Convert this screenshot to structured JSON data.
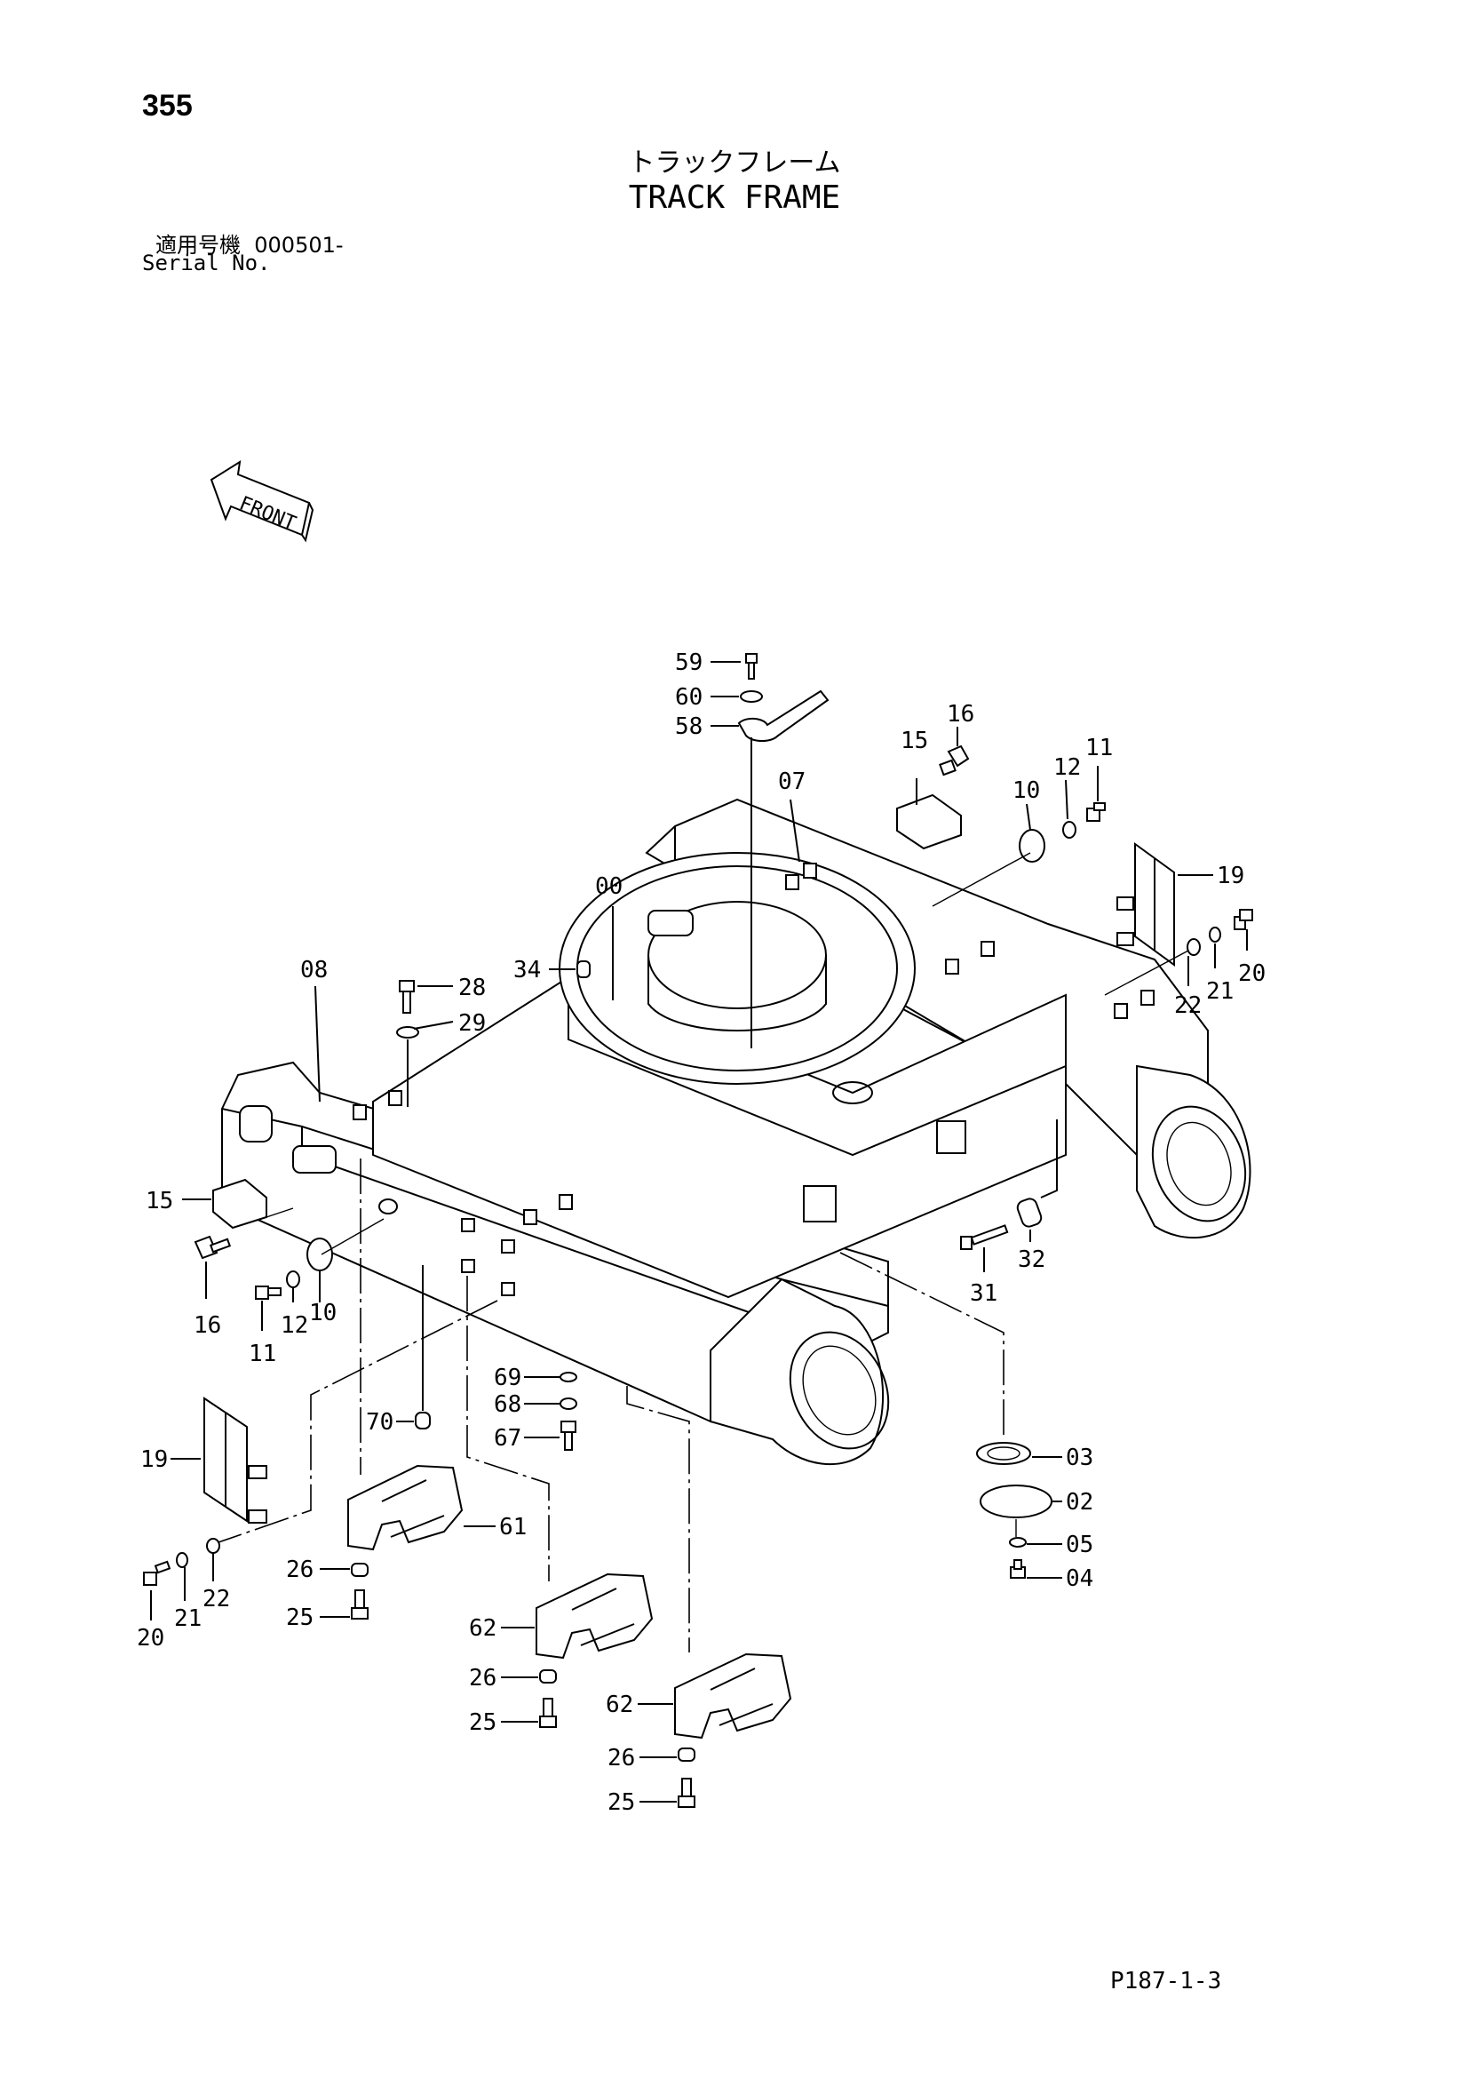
{
  "header": {
    "page_number": "355",
    "title_jp": "トラックフレーム",
    "title_en": "TRACK FRAME",
    "serial_label_jp": "適用号機",
    "serial_value": "000501-",
    "serial_label_en": "Serial No."
  },
  "front_label": "FRONT",
  "footer_code": "P187-1-3",
  "callouts": {
    "c59": "59",
    "c60": "60",
    "c58": "58",
    "c16a": "16",
    "c15a": "15",
    "c07": "07",
    "c10a": "10",
    "c12a": "12",
    "c11a": "11",
    "c19a": "19",
    "c00": "00",
    "c34": "34",
    "c08": "08",
    "c28": "28",
    "c29": "29",
    "c22a": "22",
    "c21a": "21",
    "c20a": "20",
    "c15b": "15",
    "c16b": "16",
    "c11b": "11",
    "c12b": "12",
    "c10b": "10",
    "c31": "31",
    "c32": "32",
    "c69": "69",
    "c68": "68",
    "c67": "67",
    "c70": "70",
    "c03": "03",
    "c02": "02",
    "c05": "05",
    "c04": "04",
    "c19b": "19",
    "c61": "61",
    "c26a": "26",
    "c25a": "25",
    "c20b": "20",
    "c21b": "21",
    "c22b": "22",
    "c62a": "62",
    "c26b": "26",
    "c25b": "25",
    "c62b": "62",
    "c26c": "26",
    "c25c": "25"
  }
}
